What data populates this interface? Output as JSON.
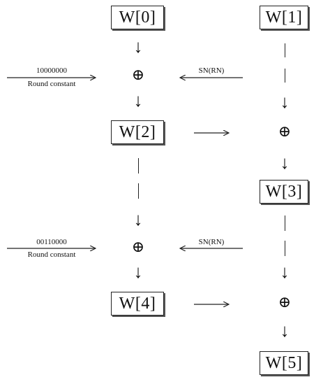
{
  "words": {
    "w0": "W[0]",
    "w1": "W[1]",
    "w2": "W[2]",
    "w3": "W[3]",
    "w4": "W[4]",
    "w5": "W[5]"
  },
  "xor_symbol": "⊕",
  "down_arrow": "↓",
  "round1": {
    "value": "10000000",
    "caption": "Round constant",
    "sn": "SN(RN)"
  },
  "round2": {
    "value": "00110000",
    "caption": "Round constant",
    "sn": "SN(RN)"
  }
}
